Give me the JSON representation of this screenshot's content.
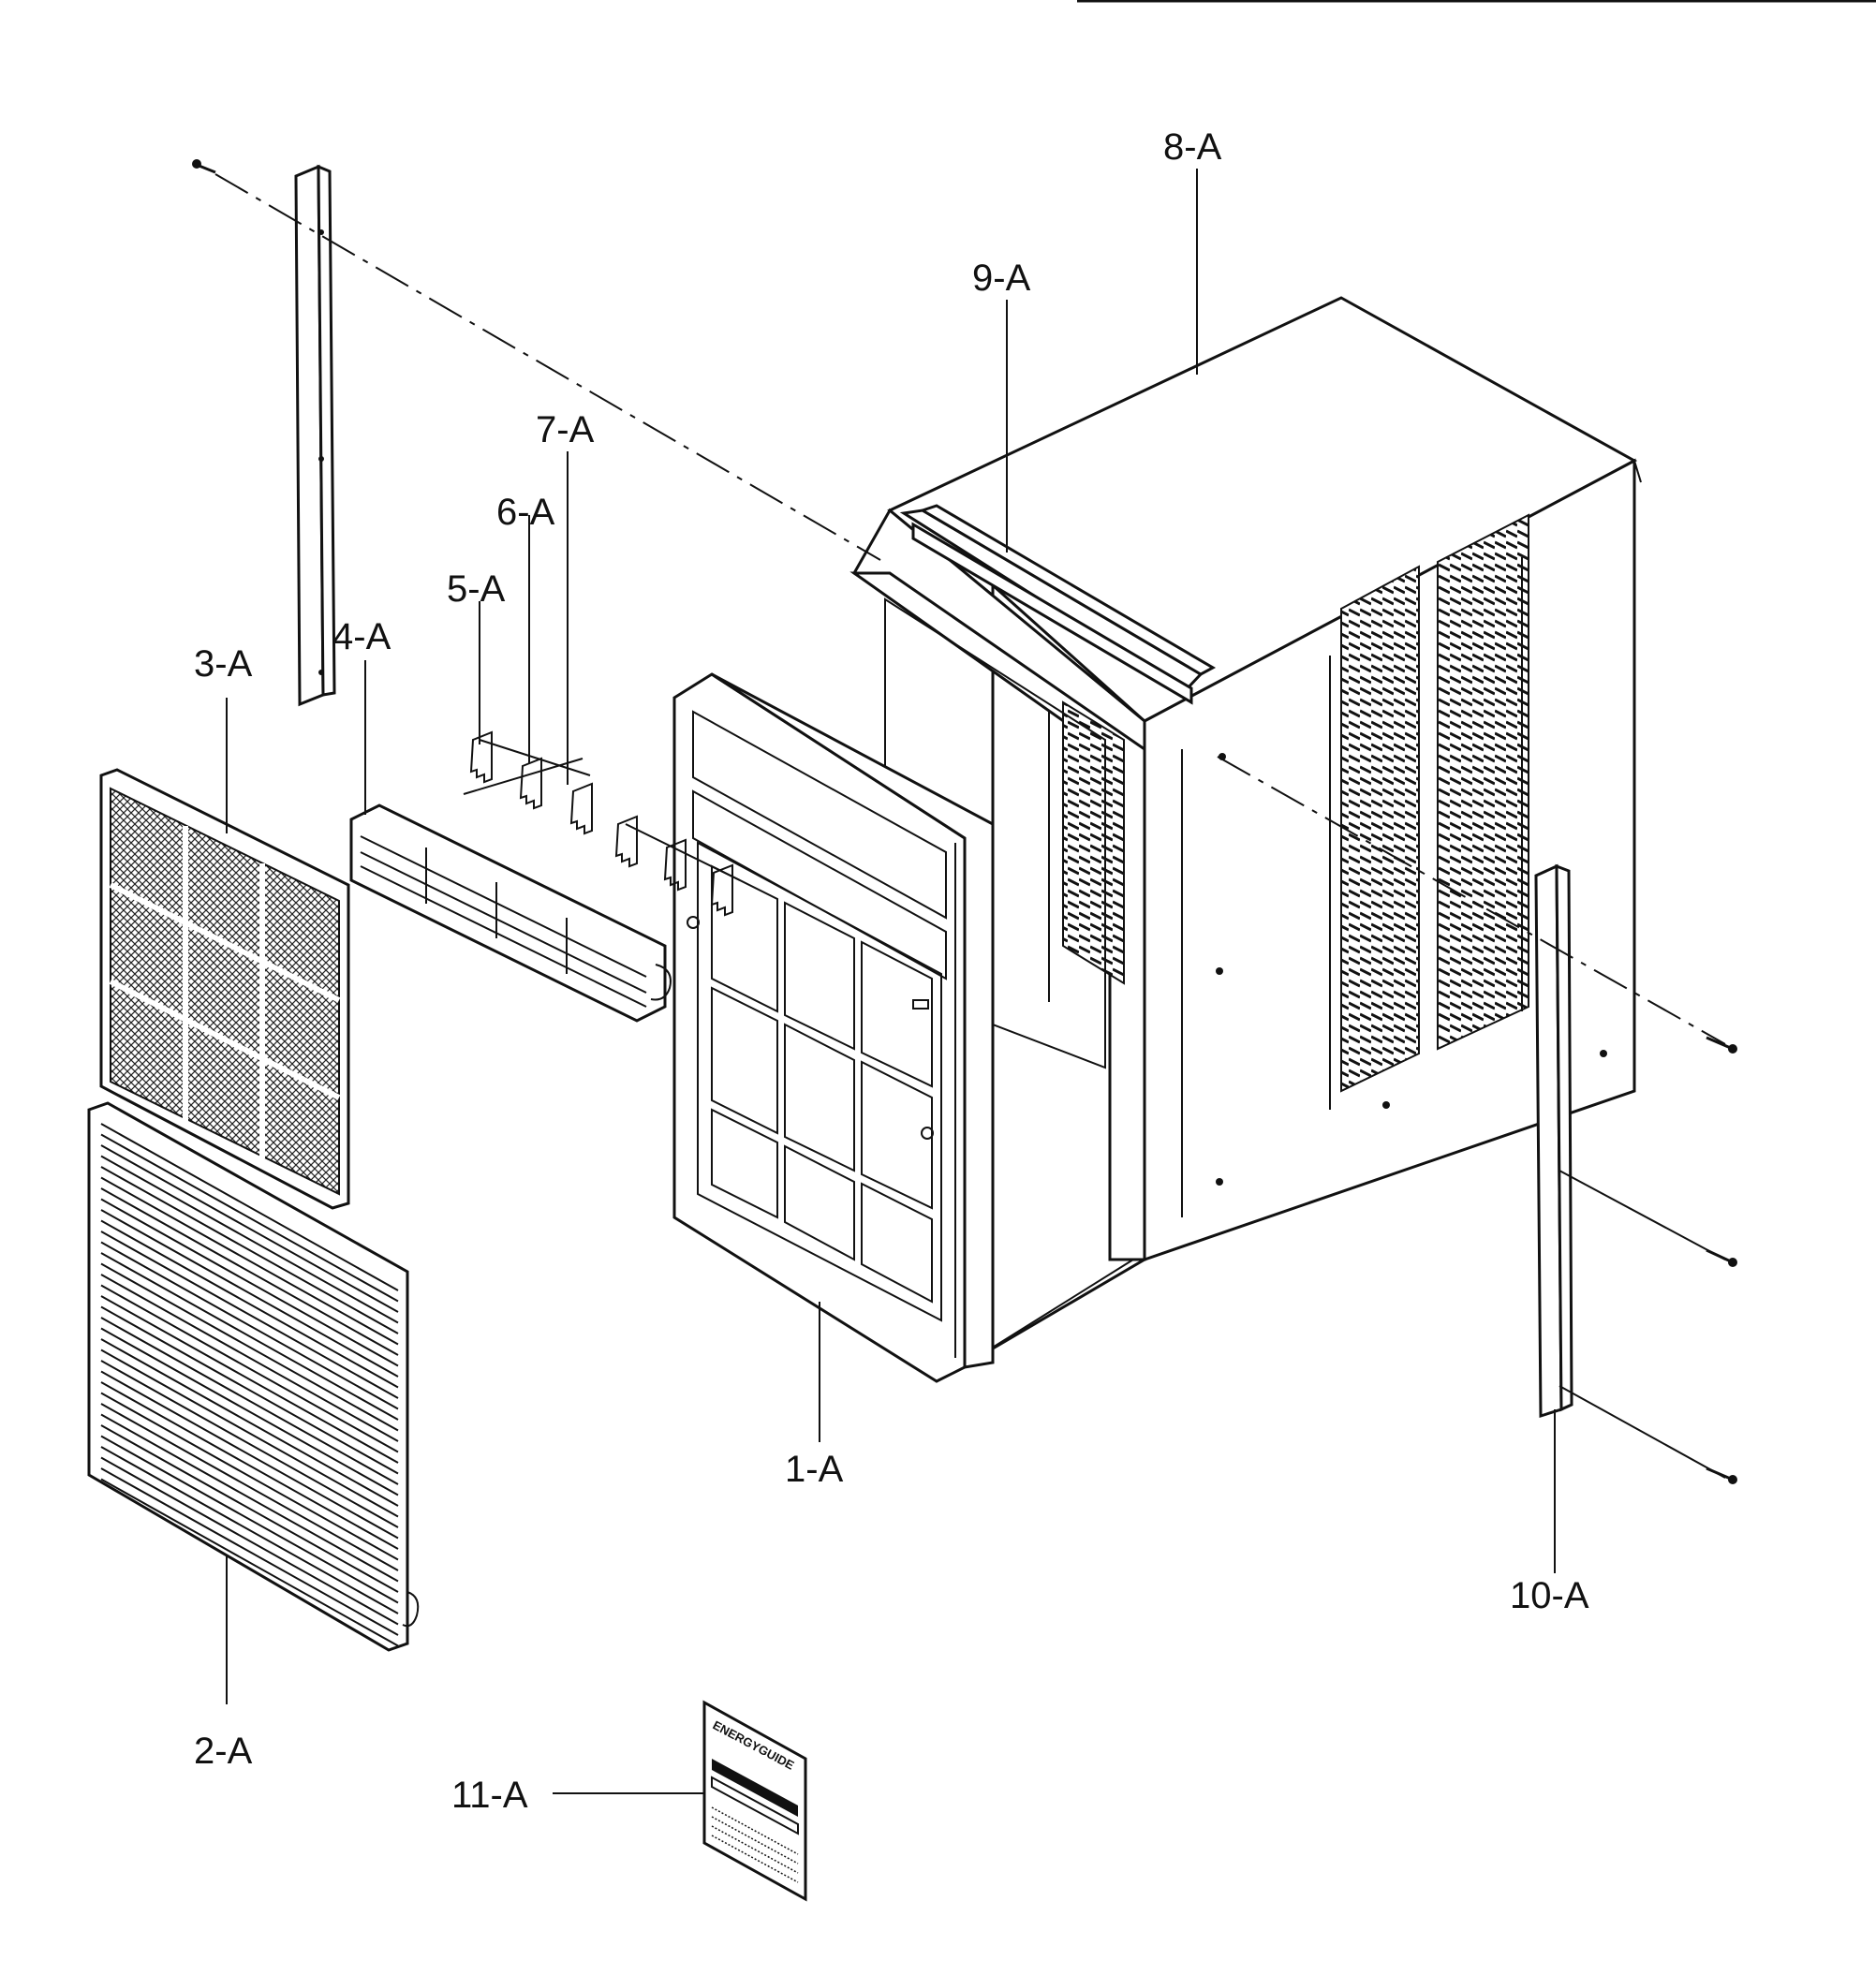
{
  "labels": {
    "p1": "1-A",
    "p2": "2-A",
    "p3": "3-A",
    "p4": "4-A",
    "p5": "5-A",
    "p6": "6-A",
    "p7": "7-A",
    "p8": "8-A",
    "p9": "9-A",
    "p10": "10-A",
    "p11": "11-A"
  },
  "energy_label": {
    "title": "ENERGYGUIDE"
  }
}
